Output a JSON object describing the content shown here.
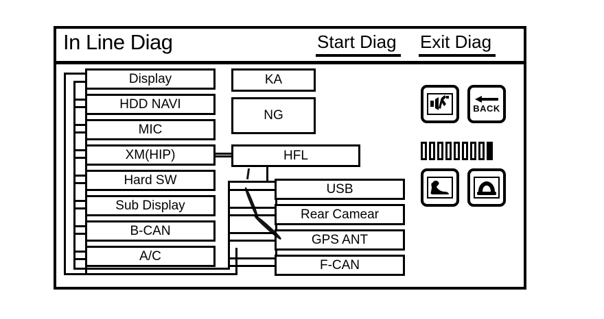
{
  "header": {
    "title": "In Line Diag",
    "actions": [
      {
        "id": "start-diag",
        "label": "Start Diag"
      },
      {
        "id": "exit-diag",
        "label": "Exit Diag"
      }
    ]
  },
  "diagram": {
    "left_column": [
      {
        "label": "Display"
      },
      {
        "label": "HDD NAVI"
      },
      {
        "label": "MIC"
      },
      {
        "label": "XM(HIP)"
      },
      {
        "label": "Hard SW"
      },
      {
        "label": "Sub Display"
      },
      {
        "label": "B-CAN"
      },
      {
        "label": "A/C"
      }
    ],
    "status_boxes": [
      {
        "label": "KA"
      },
      {
        "label": "NG"
      }
    ],
    "hfl": {
      "label": "HFL"
    },
    "right_column": [
      {
        "label": "USB"
      },
      {
        "label": "Rear Camear"
      },
      {
        "label": "GPS ANT"
      },
      {
        "label": "F-CAN"
      }
    ]
  },
  "controls": {
    "keys": [
      {
        "id": "info-key",
        "icon": "speaker-person-icon",
        "label": ""
      },
      {
        "id": "back-key",
        "icon": "arrow-left-icon",
        "label": "BACK"
      },
      {
        "id": "call-answer-key",
        "icon": "phone-offhook-icon",
        "label": ""
      },
      {
        "id": "call-end-key",
        "icon": "phone-onhook-icon",
        "label": ""
      }
    ],
    "meter": {
      "total_segments": 9,
      "filled_segments": 1,
      "filled_index": 8
    }
  },
  "colors": {
    "ink": "#000000",
    "paper": "#ffffff"
  }
}
